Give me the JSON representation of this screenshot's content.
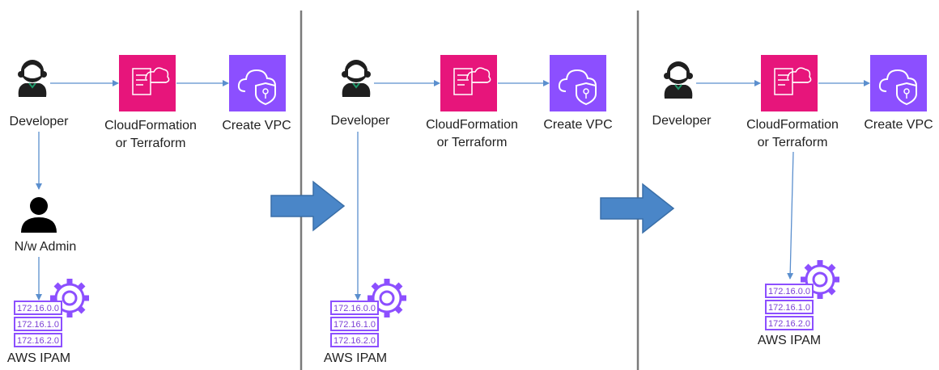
{
  "colors": {
    "connector": "#5b8fce",
    "divider": "#7a7a7a",
    "cloudformation": "#e7157b",
    "vpc": "#8c4fff",
    "ipam": "#8c4fff",
    "step_arrow": "#4a86c8",
    "person": "#1f1f1f",
    "collar": "#1f9a6b"
  },
  "icons": [
    "developer-icon",
    "cloudformation-icon",
    "vpc-icon",
    "network-admin-icon",
    "ipam-icon",
    "step-arrow-icon"
  ],
  "panels": [
    {
      "developer": "Developer",
      "cloudformation_line1": "CloudFormation",
      "cloudformation_line2": "or Terraform",
      "vpc": "Create VPC",
      "admin": "N/w Admin",
      "ipam": "AWS IPAM",
      "ips": [
        "172.16.0.0",
        "172.16.1.0",
        "172.16.2.0"
      ]
    },
    {
      "developer": "Developer",
      "cloudformation_line1": "CloudFormation",
      "cloudformation_line2": "or Terraform",
      "vpc": "Create VPC",
      "ipam": "AWS IPAM",
      "ips": [
        "172.16.0.0",
        "172.16.1.0",
        "172.16.2.0"
      ]
    },
    {
      "developer": "Developer",
      "cloudformation_line1": "CloudFormation",
      "cloudformation_line2": "or Terraform",
      "vpc": "Create VPC",
      "ipam": "AWS IPAM",
      "ips": [
        "172.16.0.0",
        "172.16.1.0",
        "172.16.2.0"
      ]
    }
  ]
}
